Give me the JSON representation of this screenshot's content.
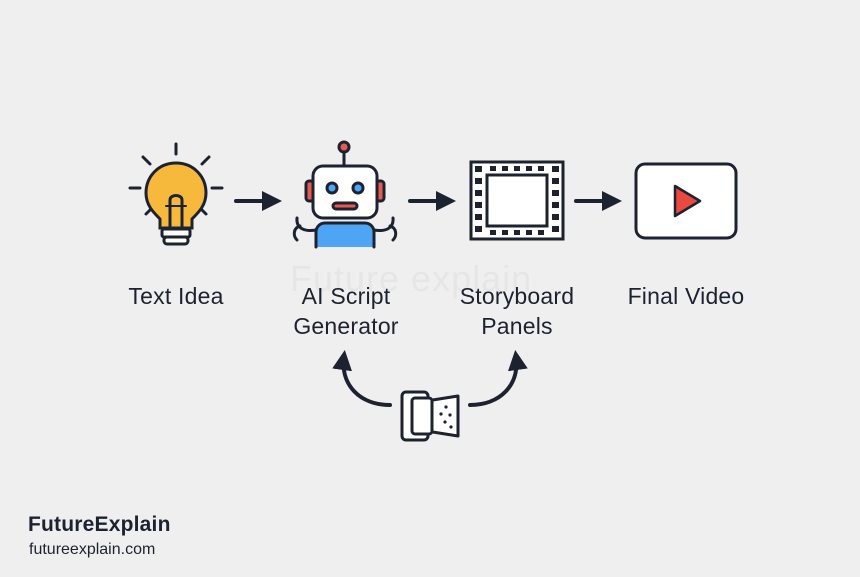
{
  "watermark": "Future     explain",
  "steps": [
    {
      "id": "text-idea",
      "label": "Text Idea",
      "icon": "lightbulb-icon"
    },
    {
      "id": "ai-script-generator",
      "label": "AI Script\nGenerator",
      "icon": "robot-icon"
    },
    {
      "id": "storyboard-panels",
      "label": "Storyboard\nPanels",
      "icon": "film-strip-icon"
    },
    {
      "id": "final-video",
      "label": "Final Video",
      "icon": "play-video-icon"
    }
  ],
  "feedback": {
    "icon": "feedback-device-icon"
  },
  "colors": {
    "stroke": "#1c2230",
    "bulb": "#f6b93b",
    "robot_body": "#4ea5f5",
    "robot_accent": "#e85a4f",
    "play": "#e84a3f"
  },
  "brand": {
    "name": "FutureExplain",
    "url": "futureexplain.com"
  }
}
